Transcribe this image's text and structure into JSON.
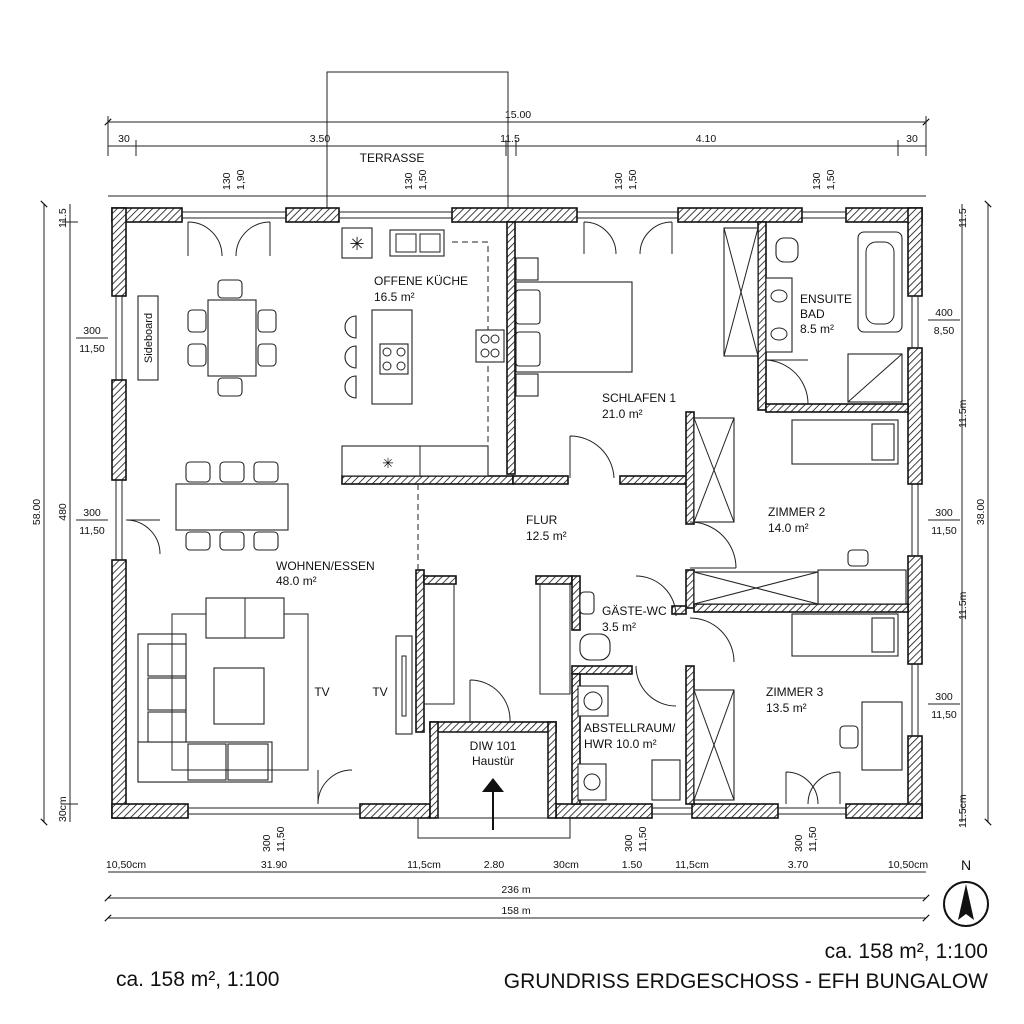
{
  "title": "GRUNDRISS ERDGESCHOSS - EFH BUNGALOW",
  "scale_left": "ca. 158 m², 1:100",
  "scale_right": "ca. 158 m², 1:100",
  "north": "N",
  "terrace": "TERRASSE",
  "rooms": {
    "kitchen": {
      "name": "OFFENE KÜCHE",
      "area": "16.5 m²"
    },
    "living": {
      "name": "WOHNEN/ESSEN",
      "area": "48.0 m²"
    },
    "bedroom1": {
      "name": "SCHLAFEN 1",
      "area": "21.0 m²"
    },
    "ensuite": {
      "name": "ENSUITE",
      "name2": "BAD",
      "area": "8.5 m²"
    },
    "hall": {
      "name": "FLUR",
      "area": "12.5 m²"
    },
    "room2": {
      "name": "ZIMMER 2",
      "area": "14.0 m²"
    },
    "guestwc": {
      "name": "GÄSTE-WC",
      "area": "3.5 m²"
    },
    "room3": {
      "name": "ZIMMER 3",
      "area": "13.5 m²"
    },
    "storage": {
      "name": "ABSTELLRAUM/",
      "area": "HWR 10.0 m²"
    },
    "entrance": {
      "name": "DIW 101",
      "sub": "Haustür"
    }
  },
  "labels": {
    "sideboard": "Sideboard",
    "tv1": "TV",
    "tv2": "TV"
  },
  "dims_top": {
    "total": "15.00",
    "seg": [
      "30",
      "3.50",
      "11.5",
      "4.10",
      "30"
    ],
    "windows": [
      {
        "a": "130",
        "b": "1,90"
      },
      {
        "a": "130",
        "b": "1,50"
      },
      {
        "a": "130",
        "b": "1,50"
      },
      {
        "a": "130",
        "b": "1,50"
      }
    ]
  },
  "dims_left": {
    "total": "58.00",
    "inner": "480",
    "top": "11.5",
    "bottom": "30cm",
    "win1": {
      "a": "300",
      "b": "11,50"
    },
    "win2": {
      "a": "300",
      "b": "11,50"
    }
  },
  "dims_right": {
    "total": "38.00",
    "top": "11.5",
    "bottom": "11.5cm",
    "mid1": "11.5m",
    "mid2": "11.5m",
    "w1": {
      "a": "400",
      "b": "8,50"
    },
    "w2": {
      "a": "300",
      "b": "11,50"
    },
    "w3": {
      "a": "300",
      "b": "11,50"
    }
  },
  "dims_bottom": {
    "windows": [
      {
        "a": "300",
        "b": "11,50"
      },
      {
        "a": "300",
        "b": "11,50"
      },
      {
        "a": "300",
        "b": "11,50"
      }
    ],
    "seg": [
      "10,50cm",
      "31.90",
      "11,5cm",
      "2.80",
      "30cm",
      "1.50",
      "11,5cm",
      "3.70",
      "10,50cm"
    ],
    "total1": "236 m",
    "total2": "158 m"
  }
}
